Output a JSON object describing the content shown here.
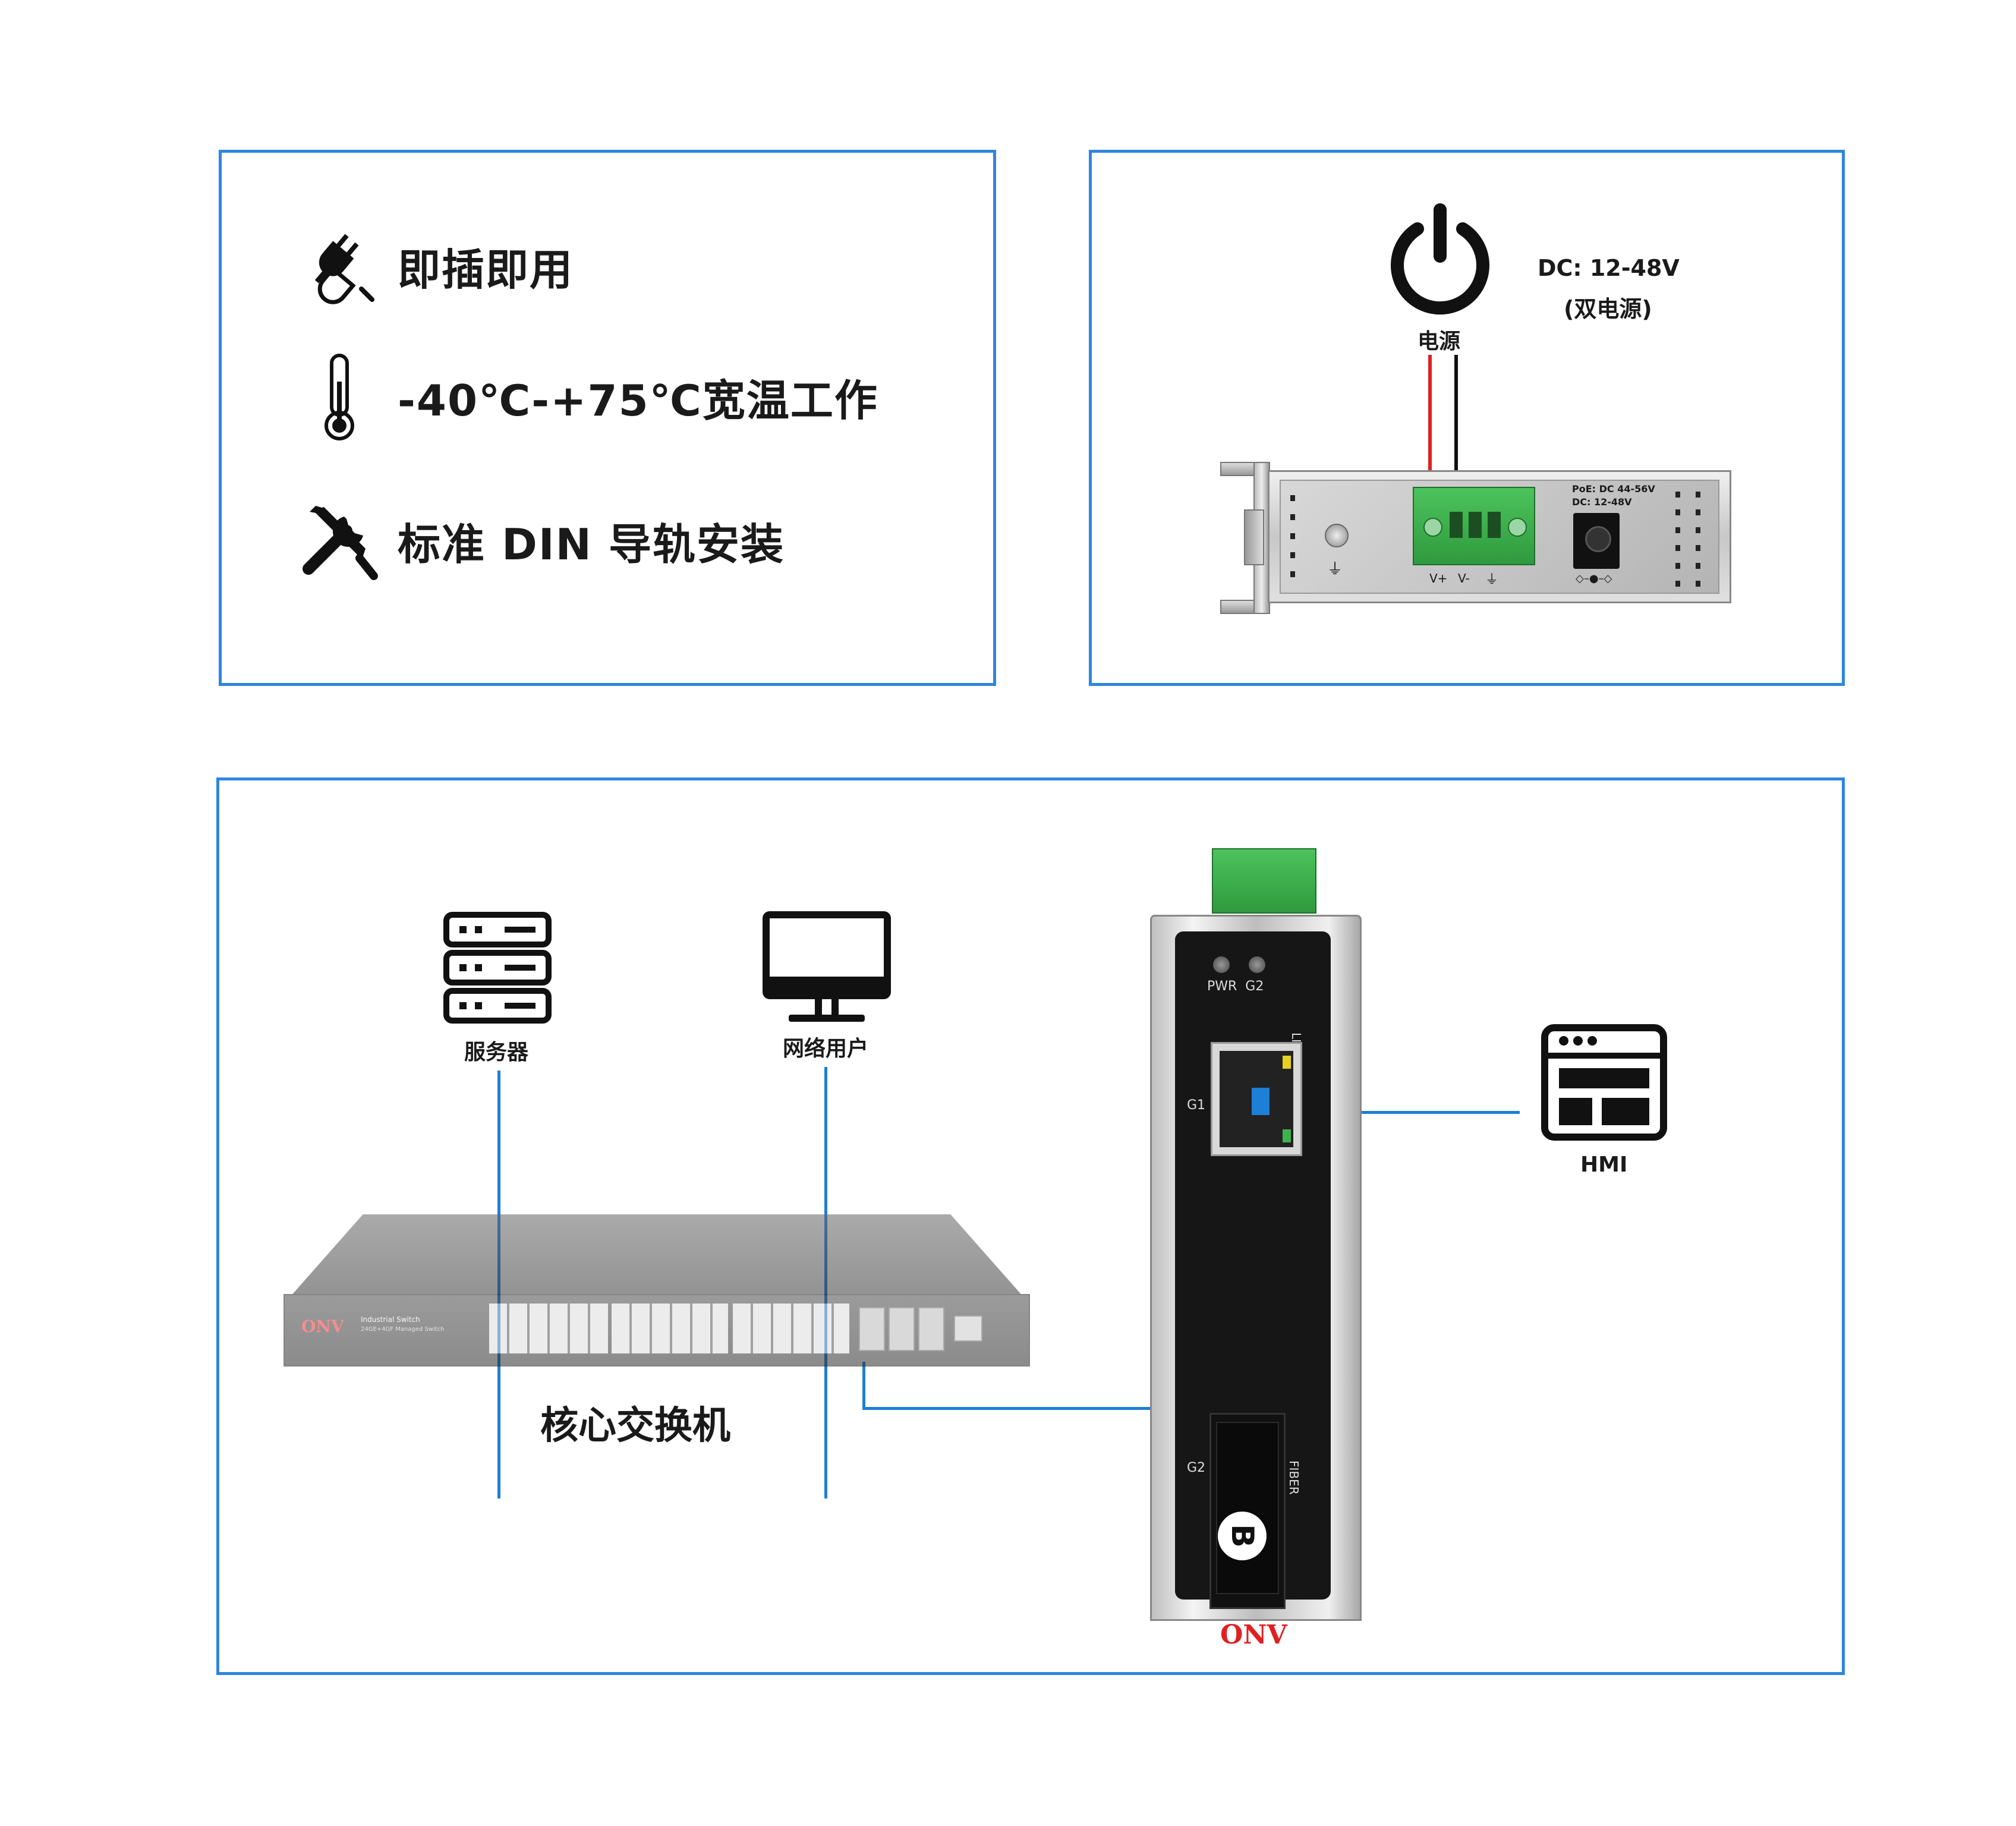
{
  "features": {
    "items": [
      {
        "icon": "plug-icon",
        "label": "即插即用"
      },
      {
        "icon": "thermometer-icon",
        "label": "-40℃-+75℃宽温工作"
      },
      {
        "icon": "tools-icon",
        "label": "标准 DIN 导轨安装"
      }
    ]
  },
  "power": {
    "icon": "power-icon",
    "label": "电源",
    "spec_line1": "DC: 12-48V",
    "spec_line2": "(双电源)",
    "device": {
      "poe_label": "PoE: DC 44-56V",
      "dc_label": "DC: 12-48V",
      "terminal_labels": [
        "V+",
        "V-",
        "⏚"
      ]
    }
  },
  "network": {
    "server": {
      "icon": "server-icon",
      "label": "服务器"
    },
    "user": {
      "icon": "monitor-icon",
      "label": "网络用户"
    },
    "hmi": {
      "icon": "hmi-icon",
      "label": "HMI"
    },
    "core_switch": {
      "label": "核心交换机",
      "brand": "ONV",
      "model_line1": "Industrial Switch",
      "model_line2": "24GE+4GF Managed Switch"
    },
    "media_converter": {
      "led_labels": "PWR  G2",
      "link_label": "LINK",
      "g1_label": "G1",
      "g2_label": "G2",
      "fiber_label": "FIBER",
      "badge": "B",
      "brand": "ONV"
    }
  },
  "colors": {
    "border": "#2e86de",
    "connector": "#1d7fd6",
    "terminal_green": "#3fb24f",
    "wire_red": "#e02020",
    "wire_black": "#111111"
  }
}
